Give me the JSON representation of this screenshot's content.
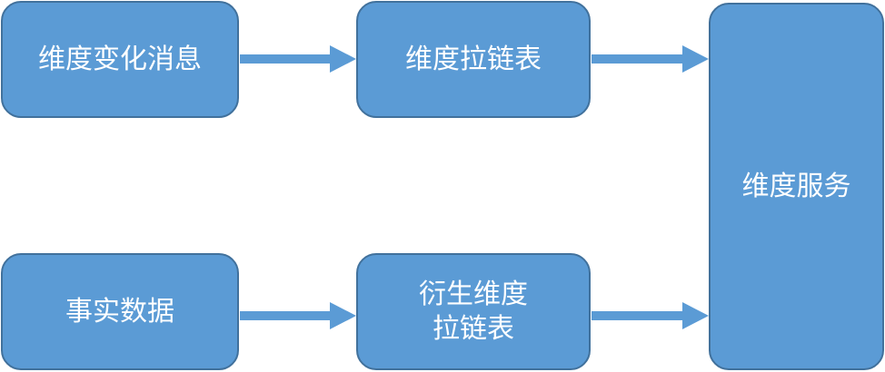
{
  "nodes": {
    "dim_change_msg": "维度变化消息",
    "dim_zipper_table": "维度拉链表",
    "dim_service": "维度服务",
    "fact_data": "事实数据",
    "derived_dim_zipper_table": "衍生维度\n拉链表"
  },
  "colors": {
    "fill": "#5b9bd5",
    "border": "#41719c",
    "arrow": "#5b9bd5"
  }
}
